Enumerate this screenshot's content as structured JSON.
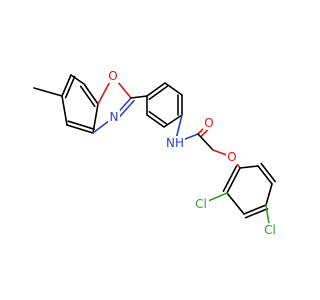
{
  "molecule": {
    "atoms": {
      "o_oxazole": {
        "label": "O"
      },
      "n_oxazole": {
        "label": "N"
      },
      "n_amide": {
        "label": "NH"
      },
      "o_carbonyl": {
        "label": "O"
      },
      "o_ether": {
        "label": "O"
      },
      "cl_ortho": {
        "label": "Cl"
      },
      "cl_para": {
        "label": "Cl"
      }
    }
  },
  "colors": {
    "bond": "#000000",
    "nitrogen": "#2a3fd6",
    "oxygen": "#e0150f",
    "chlorine": "#2e9e2e",
    "background": "#ffffff"
  }
}
